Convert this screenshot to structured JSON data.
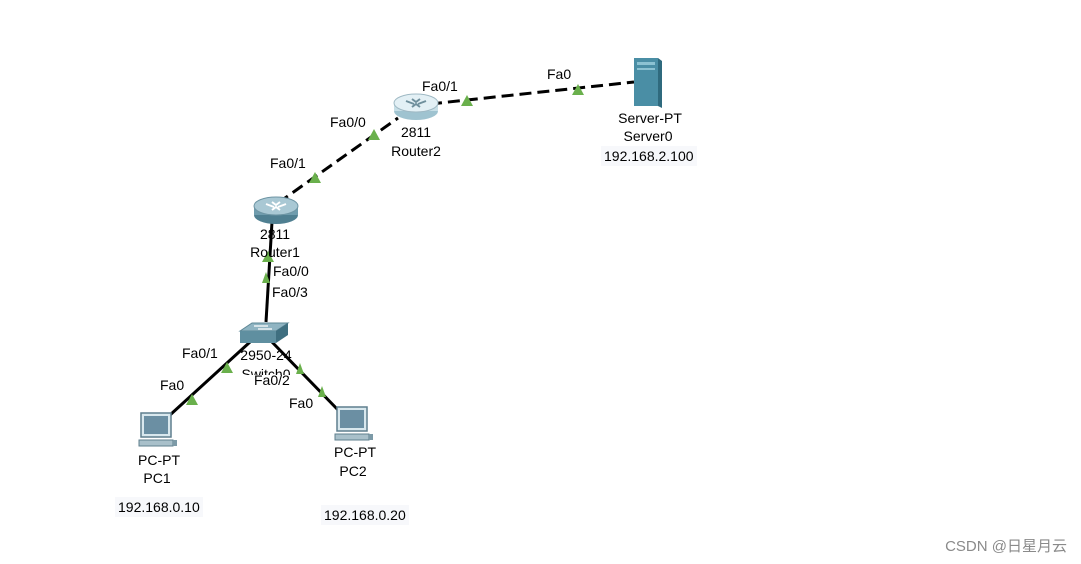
{
  "devices": {
    "router2": {
      "model": "2811",
      "name": "Router2"
    },
    "router1": {
      "model": "2811",
      "name": "Router1"
    },
    "switch": {
      "model": "2950-24",
      "name": "Switch0"
    },
    "server": {
      "model": "Server-PT",
      "name": "Server0",
      "ip": "192.168.2.100"
    },
    "pc1": {
      "model": "PC-PT",
      "name": "PC1",
      "ip": "192.168.0.10"
    },
    "pc2": {
      "model": "PC-PT",
      "name": "PC2",
      "ip": "192.168.0.20"
    }
  },
  "ports": {
    "router2_to_server": "Fa0/1",
    "server_to_router2": "Fa0",
    "router2_to_router1": "Fa0/0",
    "router1_to_router2": "Fa0/1",
    "router1_to_switch": "Fa0/0",
    "switch_to_router1": "Fa0/3",
    "switch_to_pc1": "Fa0/1",
    "pc1_to_switch": "Fa0",
    "switch_to_pc2": "Fa0/2",
    "pc2_to_switch": "Fa0"
  },
  "links": [
    {
      "from": "router2",
      "to": "server",
      "style": "dashed"
    },
    {
      "from": "router1",
      "to": "router2",
      "style": "dashed"
    },
    {
      "from": "router1",
      "to": "switch",
      "style": "solid"
    },
    {
      "from": "switch",
      "to": "pc1",
      "style": "solid"
    },
    {
      "from": "switch",
      "to": "pc2",
      "style": "solid"
    }
  ],
  "colors": {
    "link_up_indicator": "#6ab04c",
    "router_body": "#7fa7b8",
    "switch_body": "#5f8fa0",
    "server_body": "#4a8ea5",
    "pc_screen": "#6b8fa3"
  },
  "watermark": "CSDN @日星月云"
}
